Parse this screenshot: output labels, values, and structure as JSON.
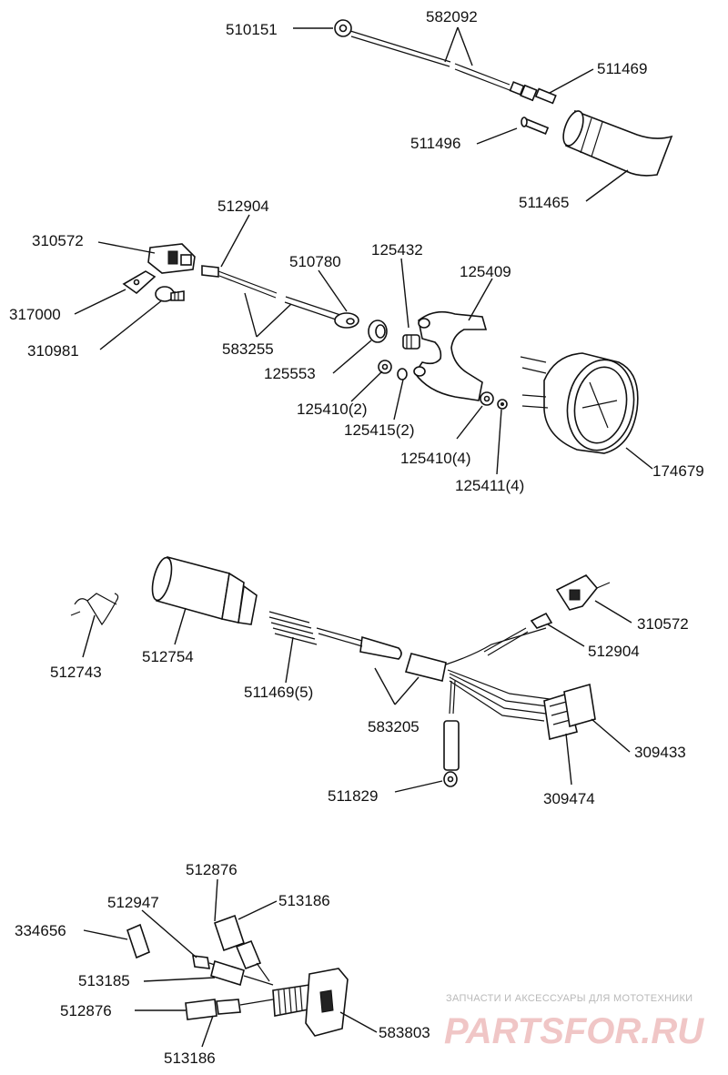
{
  "labels": {
    "l510151": "510151",
    "l582092": "582092",
    "l511469": "511469",
    "l511496": "511496",
    "l511465": "511465",
    "l512904a": "512904",
    "l310572a": "310572",
    "l317000": "317000",
    "l310981": "310981",
    "l510780": "510780",
    "l583255": "583255",
    "l125432": "125432",
    "l125409": "125409",
    "l125553": "125553",
    "l125410_2": "125410(2)",
    "l125415_2": "125415(2)",
    "l125410_4": "125410(4)",
    "l125411_4": "125411(4)",
    "l174679": "174679",
    "l512743": "512743",
    "l512754": "512754",
    "l511469_5": "511469(5)",
    "l583205": "583205",
    "l310572b": "310572",
    "l512904b": "512904",
    "l309433": "309433",
    "l309474": "309474",
    "l511829": "511829",
    "l512876a": "512876",
    "l513186a": "513186",
    "l512947": "512947",
    "l334656": "334656",
    "l513185": "513185",
    "l512876b": "512876",
    "l583803": "583803",
    "l513186b": "513186"
  },
  "watermark": {
    "subtitle": "ЗАПЧАСТИ И АКСЕССУАРЫ ДЛЯ МОТОТЕХНИКИ",
    "brand": "PARTSFOR.RU",
    "color": "#e8a8a8"
  }
}
